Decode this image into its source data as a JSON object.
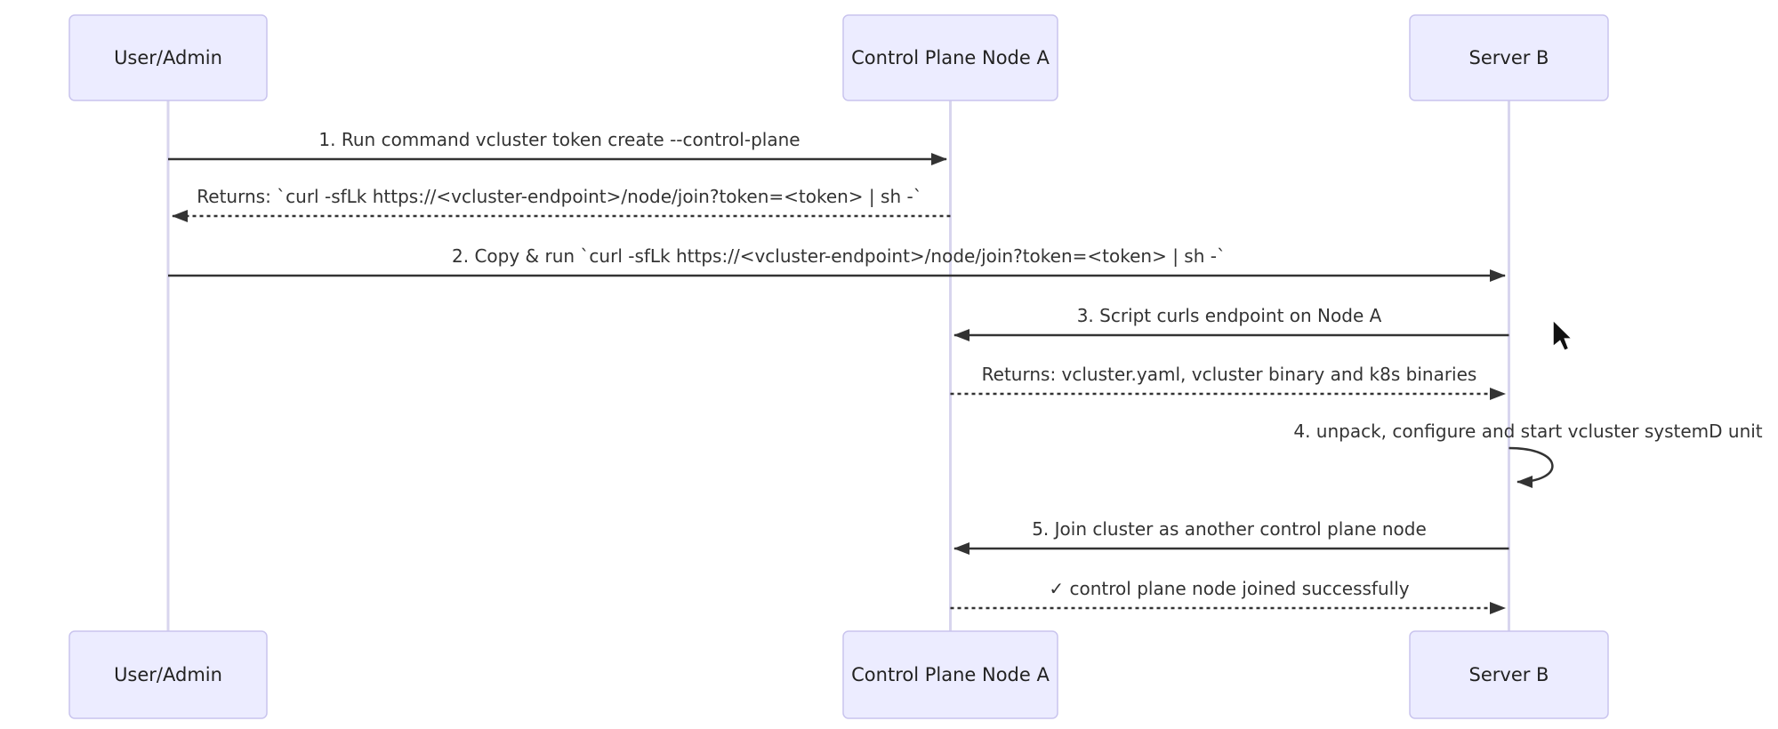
{
  "diagram": {
    "type": "sequence",
    "actors": [
      {
        "id": "user-admin",
        "label": "User/Admin"
      },
      {
        "id": "control-plane-node-a",
        "label": "Control Plane Node A"
      },
      {
        "id": "server-b",
        "label": "Server B"
      }
    ],
    "messages": [
      {
        "from": "user-admin",
        "to": "control-plane-node-a",
        "style": "solid",
        "label": "1. Run command vcluster token create --control-plane"
      },
      {
        "from": "control-plane-node-a",
        "to": "user-admin",
        "style": "dashed",
        "label": "Returns: `curl -sfLk https://<vcluster-endpoint>/node/join?token=<token> | sh -`"
      },
      {
        "from": "user-admin",
        "to": "server-b",
        "style": "solid",
        "label": "2. Copy & run `curl -sfLk https://<vcluster-endpoint>/node/join?token=<token> | sh -`"
      },
      {
        "from": "server-b",
        "to": "control-plane-node-a",
        "style": "solid",
        "label": "3. Script curls endpoint on Node A"
      },
      {
        "from": "control-plane-node-a",
        "to": "server-b",
        "style": "dashed",
        "label": "Returns: vcluster.yaml, vcluster binary and k8s binaries"
      },
      {
        "from": "server-b",
        "to": "server-b",
        "style": "self-loop",
        "label": "4. unpack, configure and start vcluster systemD unit"
      },
      {
        "from": "server-b",
        "to": "control-plane-node-a",
        "style": "solid",
        "label": "5. Join cluster as another control plane node"
      },
      {
        "from": "control-plane-node-a",
        "to": "server-b",
        "style": "dashed",
        "label": "✓ control plane node joined successfully"
      }
    ],
    "colors": {
      "background": "#ffffff",
      "actor_fill": "#ECECFF",
      "actor_border": "#C9C4EE",
      "lifeline": "#D8D5EE",
      "arrow": "#333333",
      "text": "#333333"
    }
  }
}
